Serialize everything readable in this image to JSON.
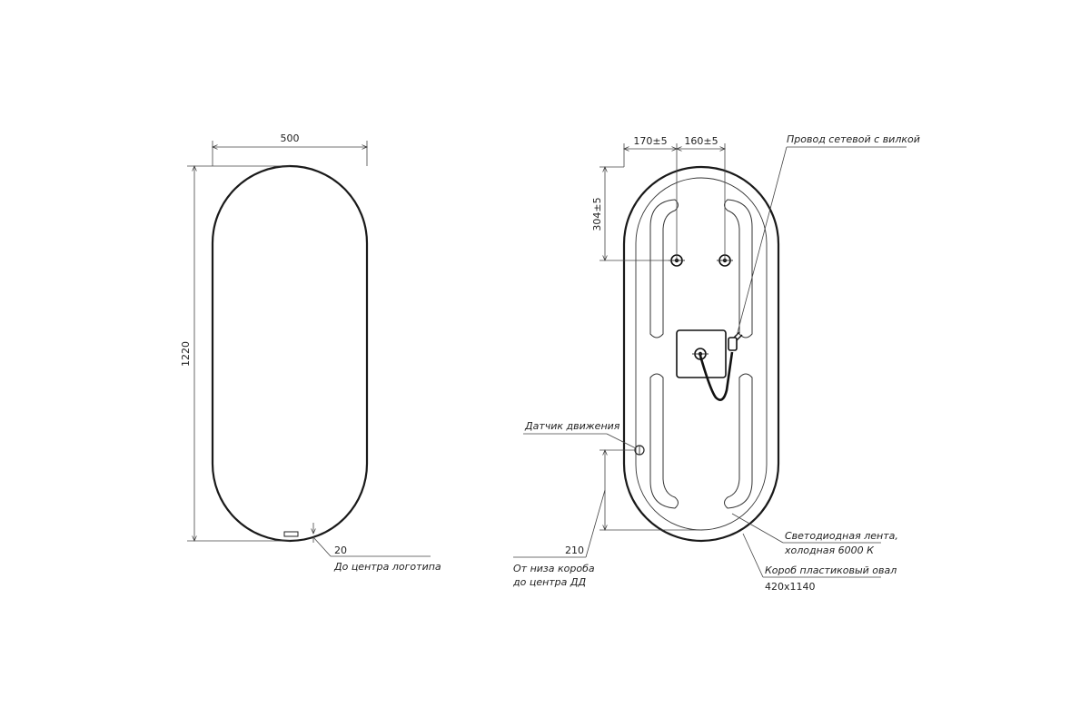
{
  "front_view": {
    "width_label": "500",
    "height_label": "1220",
    "logo_offset_label": "20",
    "logo_note": "До центра логотипа"
  },
  "back_view": {
    "left_mount_label": "170±5",
    "right_mount_label": "160±5",
    "top_mount_label": "304±5",
    "cable_note": "Провод сетевой с вилкой",
    "sensor_note": "Датчик движения",
    "sensor_height_label": "210",
    "sensor_note_line1": "От низа короба",
    "sensor_note_line2": "до центра ДД",
    "led_note_line1": "Светодиодная лента,",
    "led_note_line2": "холодная 6000 К",
    "box_note": "Короб пластиковый овал",
    "box_size": "420x1140"
  },
  "colors": {
    "line": "#1a1a1a",
    "background": "#ffffff"
  }
}
